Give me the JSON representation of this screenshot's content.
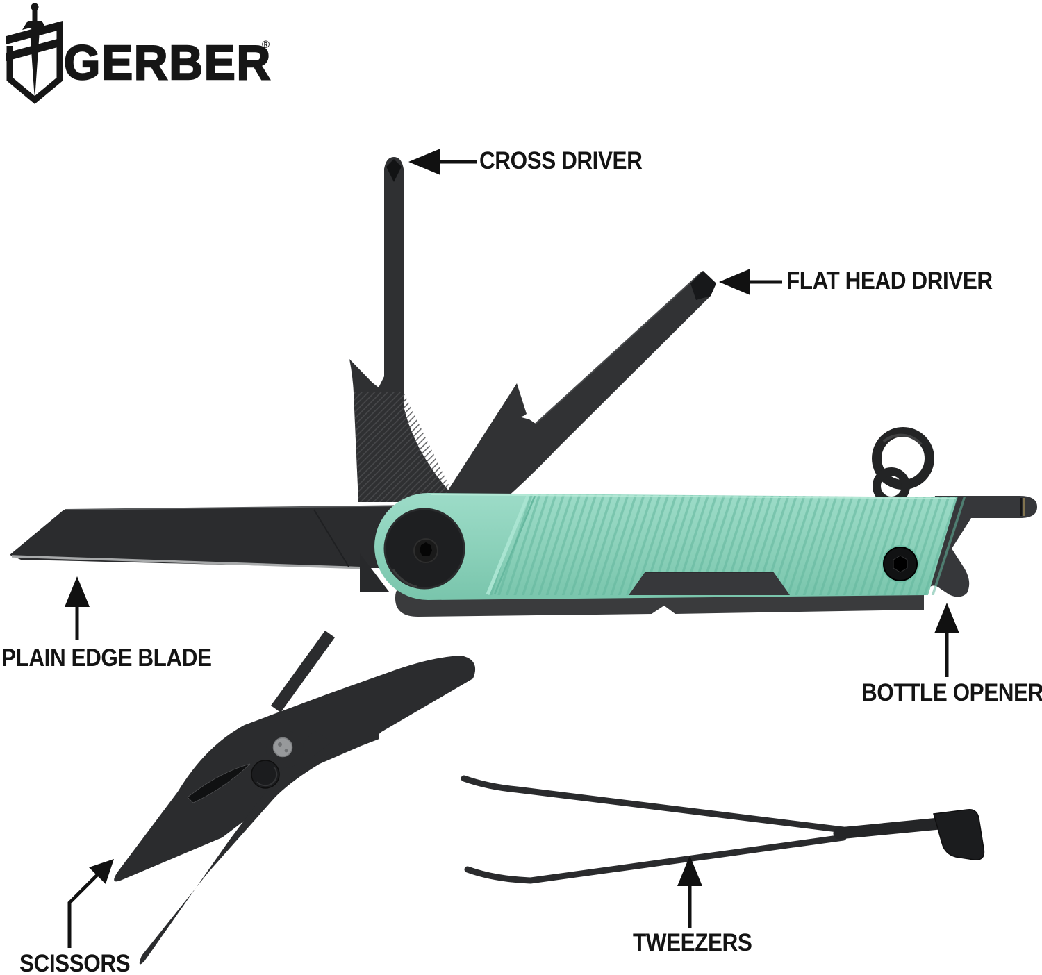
{
  "brand": {
    "name": "GERBER",
    "registered": "®",
    "logo_icon": "gerber-sword-shield-icon"
  },
  "product": {
    "type": "keychain multi-tool diagram",
    "tools_shown": [
      "cross driver",
      "flat head driver",
      "plain edge blade",
      "bottle opener",
      "scissors",
      "tweezers",
      "key ring"
    ]
  },
  "palette": {
    "background": "#FFFFFF",
    "handle_green": "#8ED3BD",
    "handle_green_light": "#9DDCC8",
    "handle_green_shadow": "#6FBFA6",
    "metal_black": "#2B2C2E",
    "frame_gray": "#3A3B3D",
    "label_text": "#141414"
  },
  "callouts": [
    {
      "id": "cross-driver",
      "label": "CROSS DRIVER",
      "arrow_direction": "left"
    },
    {
      "id": "flat-head-driver",
      "label": "FLAT HEAD DRIVER",
      "arrow_direction": "left"
    },
    {
      "id": "plain-edge-blade",
      "label": "PLAIN EDGE BLADE",
      "arrow_direction": "up"
    },
    {
      "id": "bottle-opener",
      "label": "BOTTLE OPENER",
      "arrow_direction": "up"
    },
    {
      "id": "scissors",
      "label": "SCISSORS",
      "arrow_direction": "up-right"
    },
    {
      "id": "tweezers",
      "label": "TWEEZERS",
      "arrow_direction": "up"
    }
  ]
}
